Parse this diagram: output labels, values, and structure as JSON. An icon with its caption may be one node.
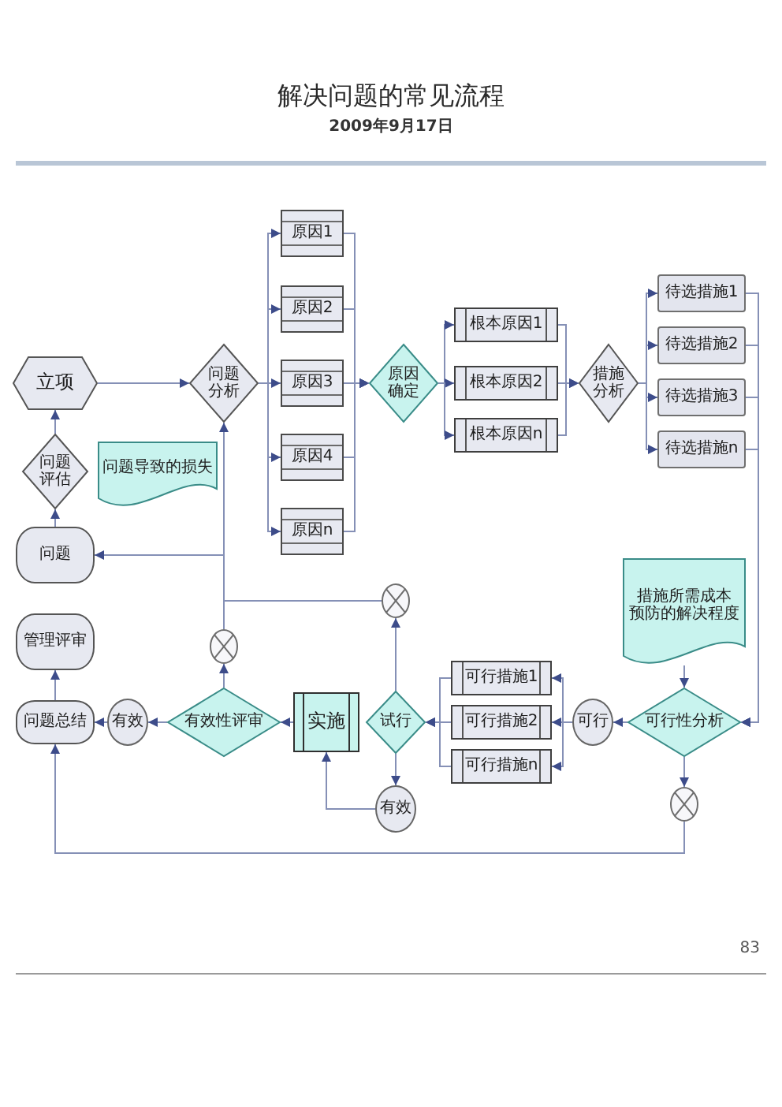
{
  "diagram": {
    "title": "解决问题的常见流程",
    "nodes": [
      {
        "text": [
          "立项"
        ]
      },
      {
        "text": [
          "问题分析"
        ]
      },
      {
        "text": [
          "原因1"
        ]
      },
      {
        "text": [
          "原因2"
        ]
      },
      {
        "text": [
          "原因3"
        ]
      },
      {
        "text": [
          "原因4"
        ]
      },
      {
        "text": [
          "原因n"
        ]
      },
      {
        "text": [
          "原因确定"
        ]
      },
      {
        "text": [
          "根本原因1"
        ]
      },
      {
        "text": [
          "根本原因2"
        ]
      },
      {
        "text": [
          "根本原因n"
        ]
      },
      {
        "text": [
          "措施分析"
        ]
      },
      {
        "text": [
          "待选措施1"
        ]
      },
      {
        "text": [
          "待选措施2"
        ]
      },
      {
        "text": [
          "待选措施3"
        ]
      },
      {
        "text": [
          "待选措施n"
        ]
      },
      {
        "text": [
          "问题评估"
        ]
      },
      {
        "text": [
          "问题导致的损失"
        ]
      },
      {
        "text": [
          "问题"
        ]
      },
      {
        "text": [
          "措施所需成本",
          "预防的解决程度"
        ]
      },
      {
        "text": [],
        "shape": "circle"
      },
      {
        "text": [
          "管理评审"
        ]
      },
      {
        "text": [],
        "shape": "circle"
      },
      {
        "text": [
          "可行措施1"
        ]
      },
      {
        "text": [
          "问题总结"
        ]
      },
      {
        "text": [
          "有效"
        ]
      },
      {
        "text": [
          "有效性评审"
        ]
      },
      {
        "text": [
          "实施"
        ]
      },
      {
        "text": [
          "试行"
        ]
      },
      {
        "text": [
          "可行措施2"
        ]
      },
      {
        "text": [
          "可行"
        ]
      },
      {
        "text": [
          "可行性分析"
        ]
      },
      {
        "text": [
          "可行措施n"
        ]
      },
      {
        "text": [],
        "shape": "circle"
      },
      {
        "text": [
          "有效"
        ]
      }
    ],
    "edges": [
      {
        "from": 0,
        "to": 1,
        "arrow": "to"
      },
      {
        "from": 1,
        "to": 2,
        "arrow": "to"
      },
      {
        "from": 1,
        "to": 3,
        "arrow": "to"
      },
      {
        "from": 1,
        "to": 4,
        "arrow": "to"
      },
      {
        "from": 1,
        "to": 5,
        "arrow": "to"
      },
      {
        "from": 1,
        "to": 6,
        "arrow": "to"
      },
      {
        "from": 2,
        "to": 7,
        "arrow": "to"
      },
      {
        "from": 3,
        "to": 7,
        "arrow": "to"
      },
      {
        "from": 4,
        "to": 7,
        "arrow": "to"
      },
      {
        "from": 5,
        "to": 7,
        "arrow": "to"
      },
      {
        "from": 6,
        "to": 7,
        "arrow": "to"
      },
      {
        "from": 7,
        "to": 8,
        "arrow": "to"
      },
      {
        "from": 7,
        "to": 9,
        "arrow": "to"
      },
      {
        "from": 7,
        "to": 10,
        "arrow": "to"
      },
      {
        "from": 8,
        "to": 11,
        "arrow": "to"
      },
      {
        "from": 9,
        "to": 11,
        "arrow": "to"
      },
      {
        "from": 10,
        "to": 11,
        "arrow": "to"
      },
      {
        "from": 11,
        "to": 12,
        "arrow": "to"
      },
      {
        "from": 11,
        "to": 13,
        "arrow": "to"
      },
      {
        "from": 11,
        "to": 14,
        "arrow": "to"
      },
      {
        "from": 11,
        "to": 15,
        "arrow": "to"
      },
      {
        "from": 12,
        "to": 31,
        "arrow": "to"
      },
      {
        "from": 13,
        "to": 31,
        "arrow": "to"
      },
      {
        "from": 14,
        "to": 31,
        "arrow": "to"
      },
      {
        "from": 15,
        "to": 31,
        "arrow": "to"
      },
      {
        "from": 19,
        "to": 31,
        "arrow": "to"
      },
      {
        "from": 31,
        "to": 30,
        "arrow": "to"
      },
      {
        "from": 30,
        "to": 23,
        "arrow": "to"
      },
      {
        "from": 30,
        "to": 29,
        "arrow": "to"
      },
      {
        "from": 30,
        "to": 32,
        "arrow": "to"
      },
      {
        "from": 23,
        "to": 28,
        "arrow": "to"
      },
      {
        "from": 29,
        "to": 28,
        "arrow": "to"
      },
      {
        "from": 32,
        "to": 28,
        "arrow": "to"
      },
      {
        "from": 28,
        "to": 20,
        "arrow": "to"
      },
      {
        "from": 20,
        "to": 1,
        "arrow": "to"
      },
      {
        "from": 28,
        "to": 34,
        "arrow": "to"
      },
      {
        "from": 34,
        "to": 27,
        "arrow": "to"
      },
      {
        "from": 27,
        "to": 26,
        "arrow": "to"
      },
      {
        "from": 26,
        "to": 22,
        "arrow": "to"
      },
      {
        "from": 22,
        "to": 18,
        "arrow": "to"
      },
      {
        "from": 26,
        "to": 25,
        "arrow": "to"
      },
      {
        "from": 25,
        "to": 24,
        "arrow": "to"
      },
      {
        "from": 24,
        "to": 21,
        "arrow": "to"
      },
      {
        "from": 18,
        "to": 16,
        "arrow": "to"
      },
      {
        "from": 16,
        "to": 0,
        "arrow": "to"
      },
      {
        "from": 31,
        "to": 33,
        "arrow": "to"
      },
      {
        "from": 33,
        "to": 24,
        "arrow": "to"
      }
    ],
    "labels": [
      "2009年9月17日",
      "83"
    ]
  }
}
